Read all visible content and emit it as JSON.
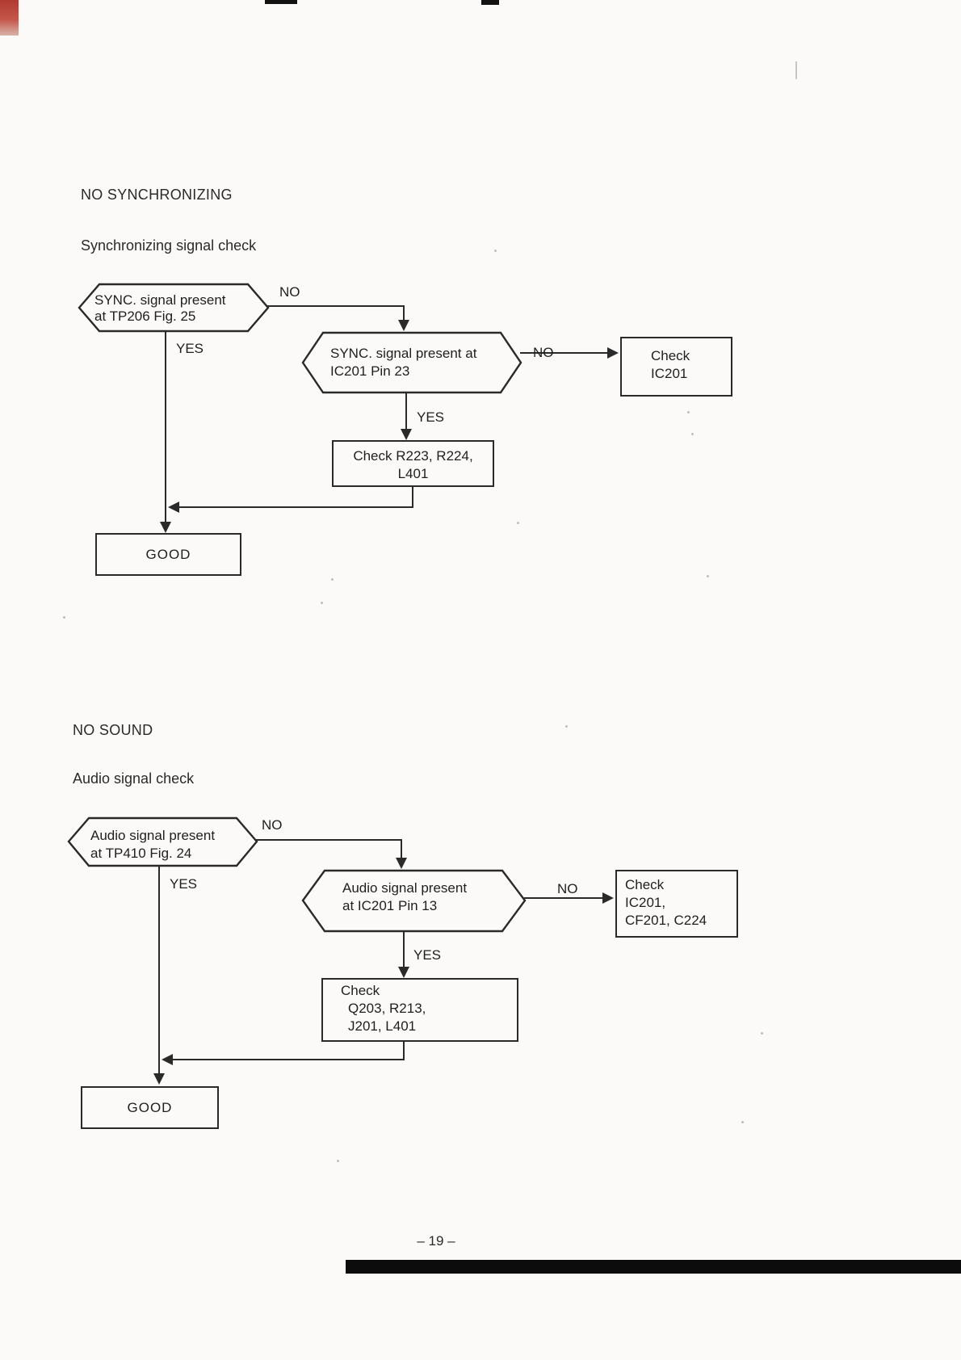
{
  "sync_section": {
    "title": "NO SYNCHRONIZING",
    "subtitle": "Synchronizing signal check",
    "decision_tp206": {
      "line1": "SYNC. signal present",
      "line2": "at TP206 Fig. 25"
    },
    "branch_tp206": {
      "no": "NO",
      "yes": "YES"
    },
    "decision_ic201": {
      "line1": "SYNC. signal present at",
      "line2": "IC201 Pin 23"
    },
    "branch_ic201": {
      "no": "NO",
      "yes": "YES"
    },
    "check_ic201": {
      "line1": "Check",
      "line2": "IC201"
    },
    "check_parts": {
      "line1": "Check R223, R224,",
      "line2": "L401"
    },
    "good_label": "GOOD"
  },
  "audio_section": {
    "title": "NO SOUND",
    "subtitle": "Audio signal check",
    "decision_tp410": {
      "line1": "Audio signal present",
      "line2": "at TP410 Fig. 24"
    },
    "branch_tp410": {
      "no": "NO",
      "yes": "YES"
    },
    "decision_ic201": {
      "line1": "Audio signal present",
      "line2": "at IC201 Pin 13"
    },
    "branch_ic201": {
      "no": "NO",
      "yes": "YES"
    },
    "check_ic201": {
      "line1": "Check",
      "line2": "IC201,",
      "line3": "CF201, C224"
    },
    "check_parts": {
      "line1": "Check",
      "line2": "Q203, R213,",
      "line3": "J201, L401"
    },
    "good_label": "GOOD"
  },
  "page_footer": {
    "page_number": "– 19 –"
  }
}
